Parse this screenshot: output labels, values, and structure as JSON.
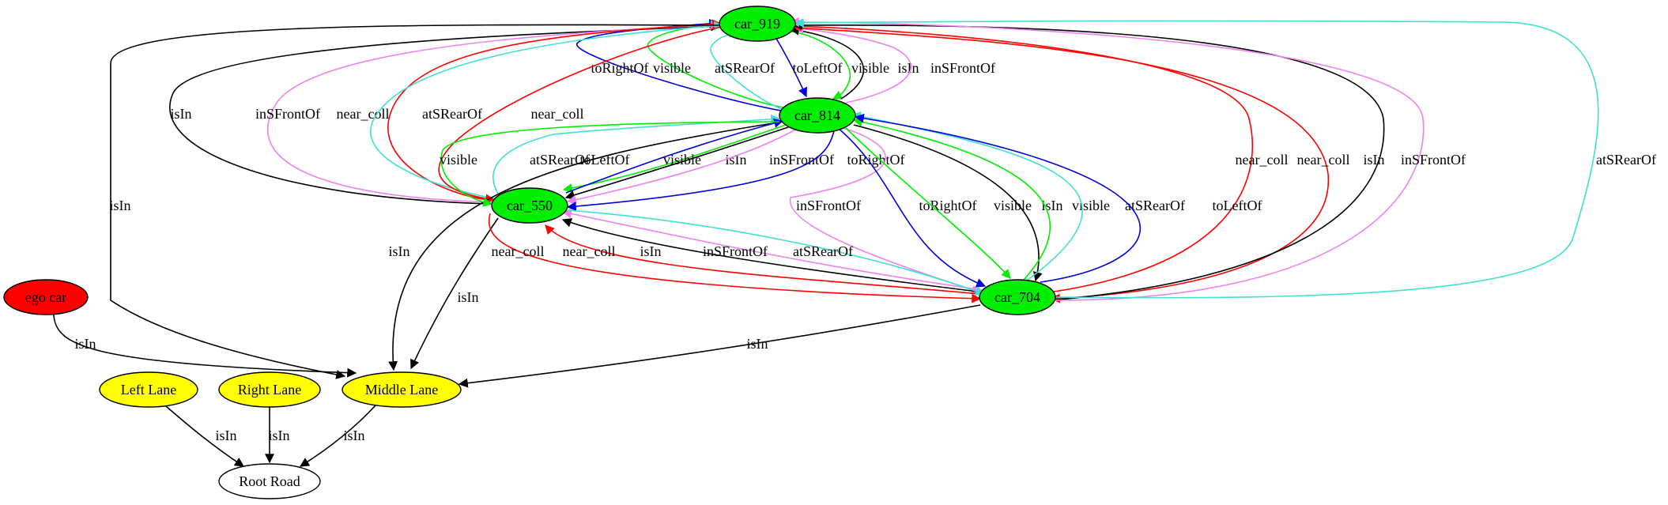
{
  "colors": {
    "black": "#000000",
    "red": "#ff0000",
    "green": "#00ee00",
    "blue": "#0000dd",
    "violet": "#ee82ee",
    "turquoise": "#40e0d0",
    "yellow": "#ffff00",
    "white": "#ffffff"
  },
  "nodes": [
    {
      "id": "car_919",
      "label": "car_919",
      "fill": "green"
    },
    {
      "id": "car_814",
      "label": "car_814",
      "fill": "green"
    },
    {
      "id": "car_550",
      "label": "car_550",
      "fill": "green"
    },
    {
      "id": "car_704",
      "label": "car_704",
      "fill": "green"
    },
    {
      "id": "ego",
      "label": "ego car",
      "fill": "red"
    },
    {
      "id": "left_lane",
      "label": "Left Lane",
      "fill": "yellow"
    },
    {
      "id": "right_lane",
      "label": "Right Lane",
      "fill": "yellow"
    },
    {
      "id": "middle_lane",
      "label": "Middle Lane",
      "fill": "yellow"
    },
    {
      "id": "root_road",
      "label": "Root Road",
      "fill": "white"
    }
  ],
  "edges": [
    {
      "from": "car_814",
      "to": "car_919",
      "label": "toRightOf",
      "color": "blue"
    },
    {
      "from": "car_814",
      "to": "car_919",
      "label": "visible",
      "color": "green"
    },
    {
      "from": "car_814",
      "to": "car_919",
      "label": "atSRearOf",
      "color": "turquoise"
    },
    {
      "from": "car_919",
      "to": "car_814",
      "label": "toLeftOf",
      "color": "blue"
    },
    {
      "from": "car_919",
      "to": "car_814",
      "label": "visible",
      "color": "green"
    },
    {
      "from": "car_814",
      "to": "car_919",
      "label": "isIn",
      "color": "black"
    },
    {
      "from": "car_814",
      "to": "car_919",
      "label": "inSFrontOf",
      "color": "violet"
    },
    {
      "from": "car_550",
      "to": "car_919",
      "label": "isIn",
      "color": "black"
    },
    {
      "from": "car_550",
      "to": "car_919",
      "label": "inSFrontOf",
      "color": "violet"
    },
    {
      "from": "car_550",
      "to": "car_919",
      "label": "near_coll",
      "color": "red"
    },
    {
      "from": "car_550",
      "to": "car_919",
      "label": "atSRearOf",
      "color": "turquoise"
    },
    {
      "from": "car_919",
      "to": "middle_lane",
      "label": "isIn",
      "color": "black"
    },
    {
      "from": "car_919",
      "to": "car_550",
      "label": "near_coll",
      "color": "red"
    },
    {
      "from": "car_704",
      "to": "car_919",
      "label": "near_coll",
      "color": "red"
    },
    {
      "from": "car_919",
      "to": "car_704",
      "label": "near_coll",
      "color": "red"
    },
    {
      "from": "car_704",
      "to": "car_919",
      "label": "isIn",
      "color": "black"
    },
    {
      "from": "car_704",
      "to": "car_919",
      "label": "inSFrontOf",
      "color": "violet"
    },
    {
      "from": "car_704",
      "to": "car_919",
      "label": "atSRearOf",
      "color": "turquoise"
    },
    {
      "from": "car_814",
      "to": "middle_lane",
      "label": "isIn",
      "color": "black"
    },
    {
      "from": "car_814",
      "to": "car_550",
      "label": "visible",
      "color": "green"
    },
    {
      "from": "car_550",
      "to": "car_814",
      "label": "atSRearOf",
      "color": "turquoise"
    },
    {
      "from": "car_550",
      "to": "car_814",
      "label": "toLeftOf",
      "color": "blue"
    },
    {
      "from": "car_814",
      "to": "car_550",
      "label": "visible",
      "color": "green"
    },
    {
      "from": "car_814",
      "to": "car_550",
      "label": "isIn",
      "color": "black"
    },
    {
      "from": "car_814",
      "to": "car_550",
      "label": "inSFrontOf",
      "color": "violet"
    },
    {
      "from": "car_814",
      "to": "car_550",
      "label": "toRightOf",
      "color": "blue"
    },
    {
      "from": "car_814",
      "to": "car_704",
      "label": "inSFrontOf",
      "color": "violet"
    },
    {
      "from": "car_814",
      "to": "car_704",
      "label": "toRightOf",
      "color": "blue"
    },
    {
      "from": "car_814",
      "to": "car_704",
      "label": "visible",
      "color": "green"
    },
    {
      "from": "car_814",
      "to": "car_704",
      "label": "isIn",
      "color": "black"
    },
    {
      "from": "car_704",
      "to": "car_814",
      "label": "visible",
      "color": "green"
    },
    {
      "from": "car_704",
      "to": "car_814",
      "label": "atSRearOf",
      "color": "turquoise"
    },
    {
      "from": "car_704",
      "to": "car_814",
      "label": "toLeftOf",
      "color": "blue"
    },
    {
      "from": "car_550",
      "to": "middle_lane",
      "label": "isIn",
      "color": "black"
    },
    {
      "from": "car_550",
      "to": "car_704",
      "label": "near_coll",
      "color": "red"
    },
    {
      "from": "car_704",
      "to": "car_550",
      "label": "near_coll",
      "color": "red"
    },
    {
      "from": "car_704",
      "to": "car_550",
      "label": "isIn",
      "color": "black"
    },
    {
      "from": "car_704",
      "to": "car_550",
      "label": "inSFrontOf",
      "color": "violet"
    },
    {
      "from": "car_550",
      "to": "car_704",
      "label": "atSRearOf",
      "color": "turquoise"
    },
    {
      "from": "car_704",
      "to": "middle_lane",
      "label": "isIn",
      "color": "black"
    },
    {
      "from": "ego",
      "to": "middle_lane",
      "label": "isIn",
      "color": "black"
    },
    {
      "from": "left_lane",
      "to": "root_road",
      "label": "isIn",
      "color": "black"
    },
    {
      "from": "right_lane",
      "to": "root_road",
      "label": "isIn",
      "color": "black"
    },
    {
      "from": "middle_lane",
      "to": "root_road",
      "label": "isIn",
      "color": "black"
    }
  ]
}
